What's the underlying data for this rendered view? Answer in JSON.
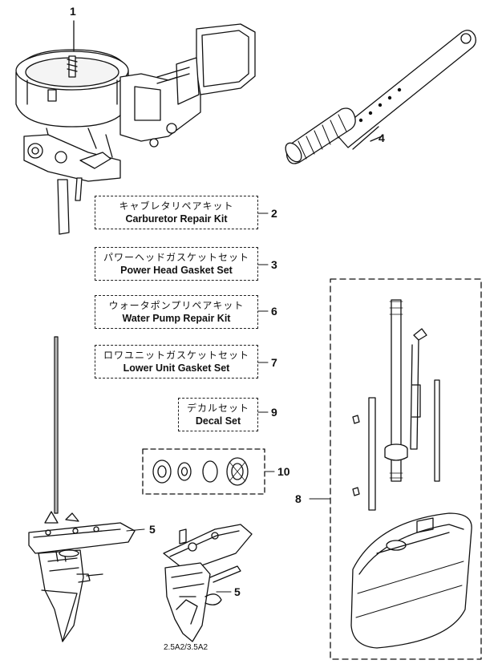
{
  "kits": [
    {
      "jp": "キャブレタリペアキット",
      "en": "Carburetor Repair Kit",
      "callout": "2"
    },
    {
      "jp": "パワーヘッドガスケットセット",
      "en": "Power Head Gasket Set",
      "callout": "3"
    },
    {
      "jp": "ウォータポンプリペアキット",
      "en": "Water Pump Repair Kit",
      "callout": "6"
    },
    {
      "jp": "ロワユニットガスケットセット",
      "en": "Lower Unit Gasket Set",
      "callout": "7"
    },
    {
      "jp": "デカルセット",
      "en": "Decal Set",
      "callout": "9"
    }
  ],
  "callouts": {
    "carburetor": "1",
    "tiller_handle": "4",
    "lower_unit_left": "5",
    "lower_unit_right": "5",
    "water_pump_parts": "10",
    "gearcase_parts": "8"
  },
  "model_label": "2.5A2/3.5A2"
}
